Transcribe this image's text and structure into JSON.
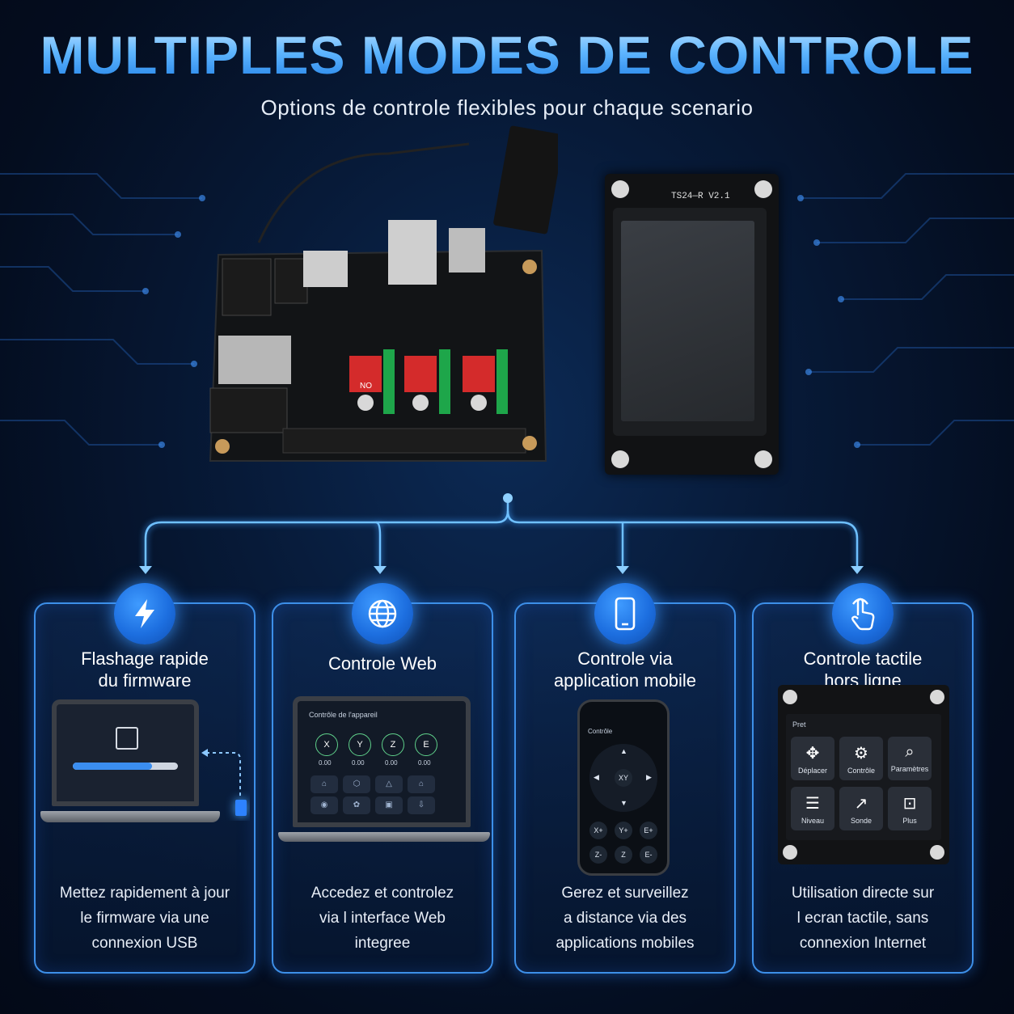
{
  "header": {
    "title": "MULTIPLES MODES DE CONTROLE",
    "subtitle": "Options de controle flexibles pour chaque scenario"
  },
  "hardware": {
    "screen_label": "TS24—R V2.1",
    "dip_label": "NO"
  },
  "colors": {
    "accent": "#3d8fe8",
    "title_blue": "#4aa8ff",
    "background": "#050f24"
  },
  "cards": [
    {
      "icon": "lightning-icon",
      "title": "Flashage rapide\ndu firmware",
      "description": "Mettez rapidement à jour\nle firmware via une\nconnexion USB",
      "progress": 0.75
    },
    {
      "icon": "globe-icon",
      "title": "Controle Web",
      "description": "Accedez et controlez\nvia l interface Web\nintegree",
      "screen": {
        "heading": "Contrôle de l'appareil",
        "axes": [
          "X",
          "Y",
          "Z",
          "E"
        ],
        "values": [
          "0.00",
          "0.00",
          "0.00",
          "0.00"
        ]
      }
    },
    {
      "icon": "smartphone-icon",
      "title": "Controle via\napplication mobile",
      "description": "Gerez et surveillez\na distance via des\napplications mobiles",
      "screen": {
        "heading": "Contrôle",
        "center": "XY",
        "buttons": [
          "X+",
          "Y+",
          "E+",
          "Z-",
          "Z",
          "E-"
        ]
      }
    },
    {
      "icon": "touch-icon",
      "title": "Controle tactile\nhors ligne",
      "description": "Utilisation directe sur\nl ecran tactile, sans\nconnexion Internet",
      "screen": {
        "status": "Pret",
        "tiles": [
          "Déplacer",
          "Contrôle",
          "Paramètres",
          "Niveau",
          "Sonde",
          "Plus"
        ]
      }
    }
  ]
}
